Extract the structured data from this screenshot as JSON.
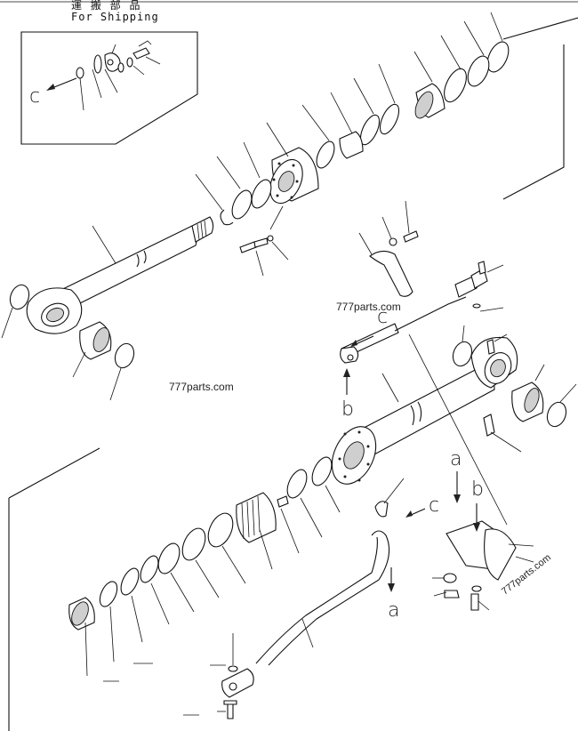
{
  "shipping_box": {
    "title_jp": "運 搬 部 品",
    "title_en": "For Shipping"
  },
  "reference_marks": {
    "c_box": "c",
    "c_middle": "c",
    "b_left": "b",
    "a_bracket": "a",
    "b_bracket": "b",
    "c_hose": "c",
    "a_hose": "a"
  },
  "watermarks": {
    "upper": "777parts.com",
    "middle": "777parts.com",
    "lower_right": "777parts.com"
  },
  "colors": {
    "line": "#111111",
    "background": "#ffffff"
  }
}
